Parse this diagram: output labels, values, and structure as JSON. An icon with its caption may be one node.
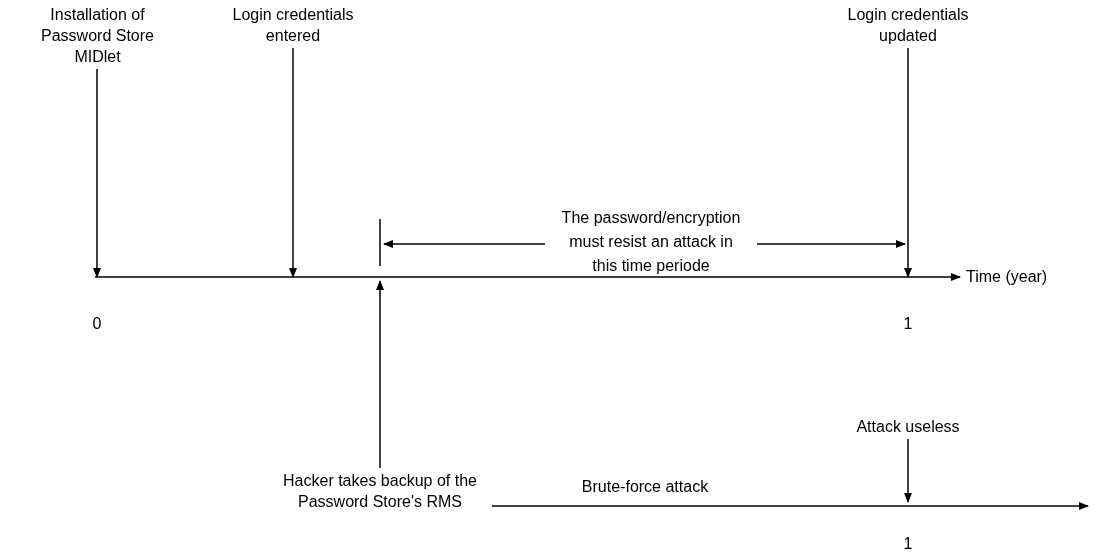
{
  "diagram": {
    "nodes": [
      {
        "text": [
          "Installation of Password Store MIDlet"
        ]
      },
      {
        "text": [
          "Login credentials entered"
        ]
      },
      {
        "text": [
          "Login credentials updated"
        ]
      },
      {
        "text": [
          "Hacker takes backup of the Password Store's RMS"
        ]
      },
      {
        "text": [
          "Attack useless"
        ]
      }
    ],
    "edges": [
      {
        "from": 0,
        "to": null,
        "arrow": "to"
      },
      {
        "from": 1,
        "to": null,
        "arrow": "to"
      },
      {
        "from": 2,
        "to": null,
        "arrow": "to"
      },
      {
        "from": 3,
        "to": null,
        "arrow": "to"
      },
      {
        "from": 4,
        "to": null,
        "arrow": "to"
      },
      {
        "from": 3,
        "to": null,
        "arrow": "to"
      }
    ],
    "labels": [
      "The password/encryption must resist an attack in this time periode",
      "Time (year)",
      "0",
      "1",
      "Brute-force attack",
      "1"
    ]
  }
}
